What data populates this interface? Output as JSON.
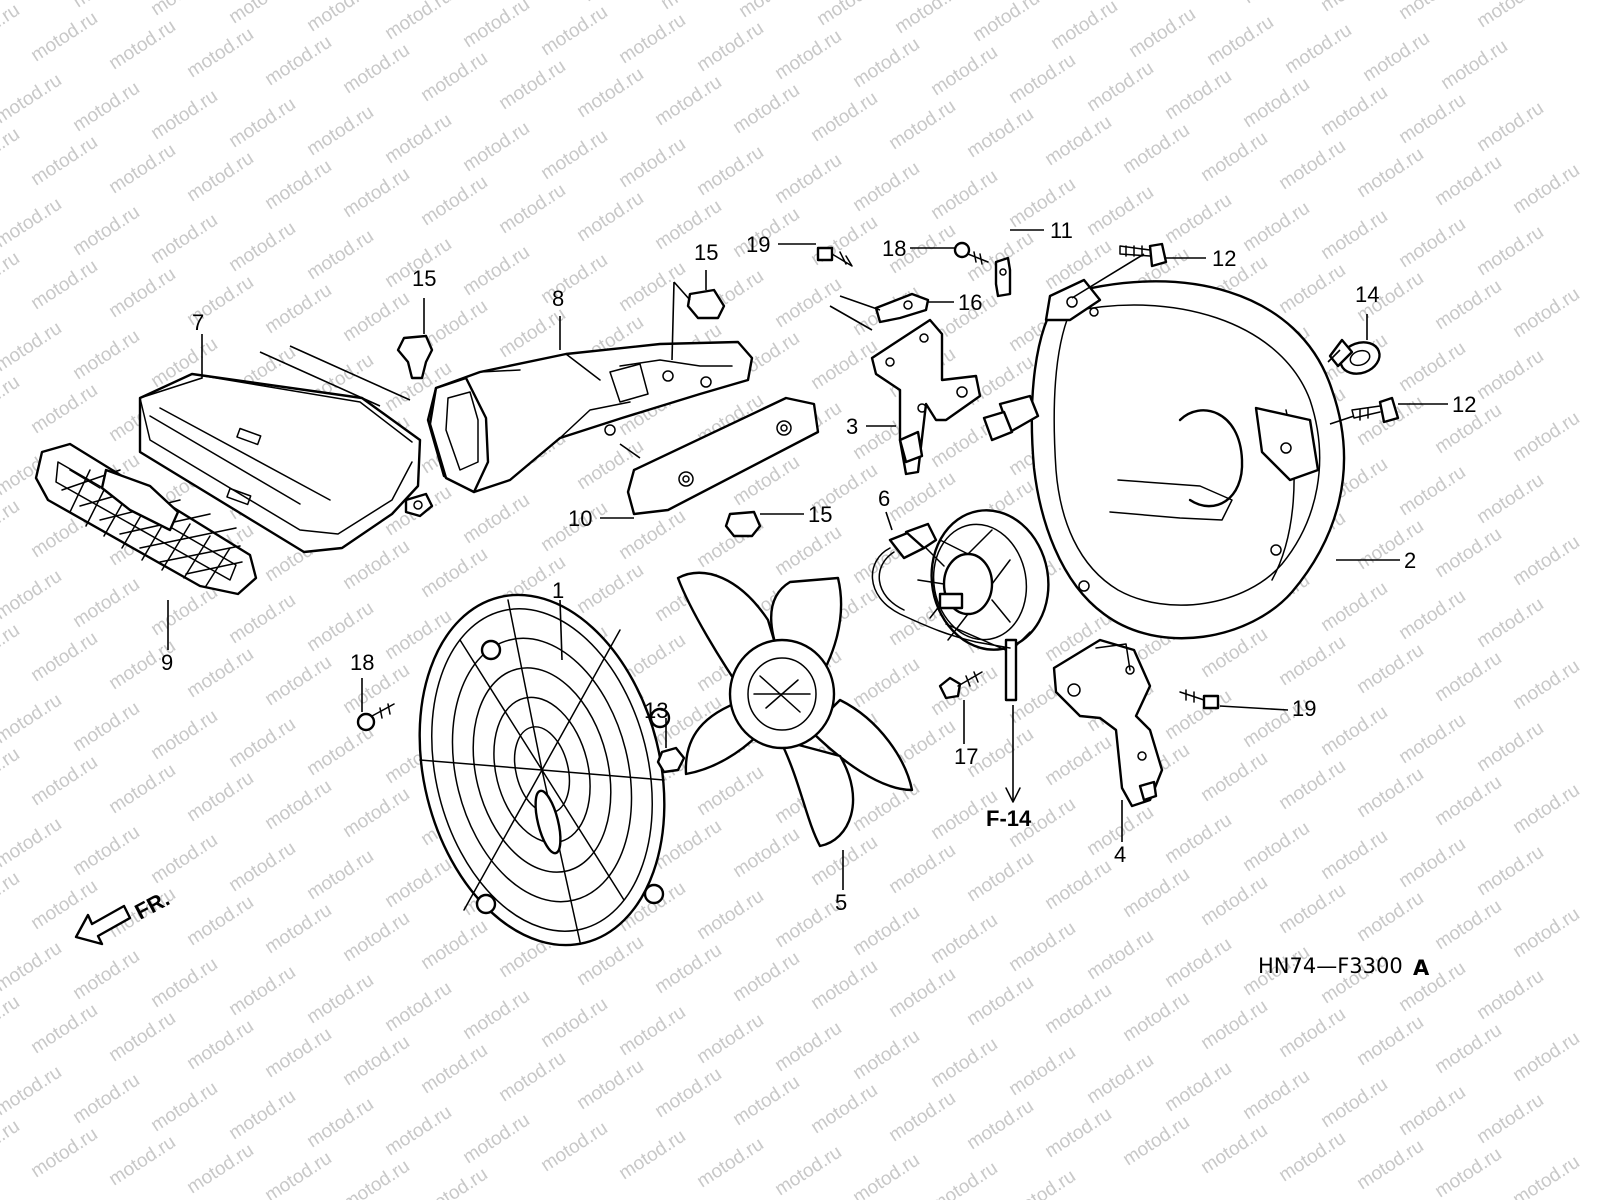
{
  "watermark": "motod.ru",
  "diagram_code": "HN74—F3300",
  "diagram_code_suffix": "A",
  "direction_label": "FR.",
  "reference": "F-14",
  "callouts": [
    "1",
    "2",
    "3",
    "4",
    "5",
    "6",
    "7",
    "8",
    "9",
    "10",
    "11",
    "12",
    "13",
    "14",
    "15",
    "16",
    "17",
    "18",
    "19"
  ]
}
